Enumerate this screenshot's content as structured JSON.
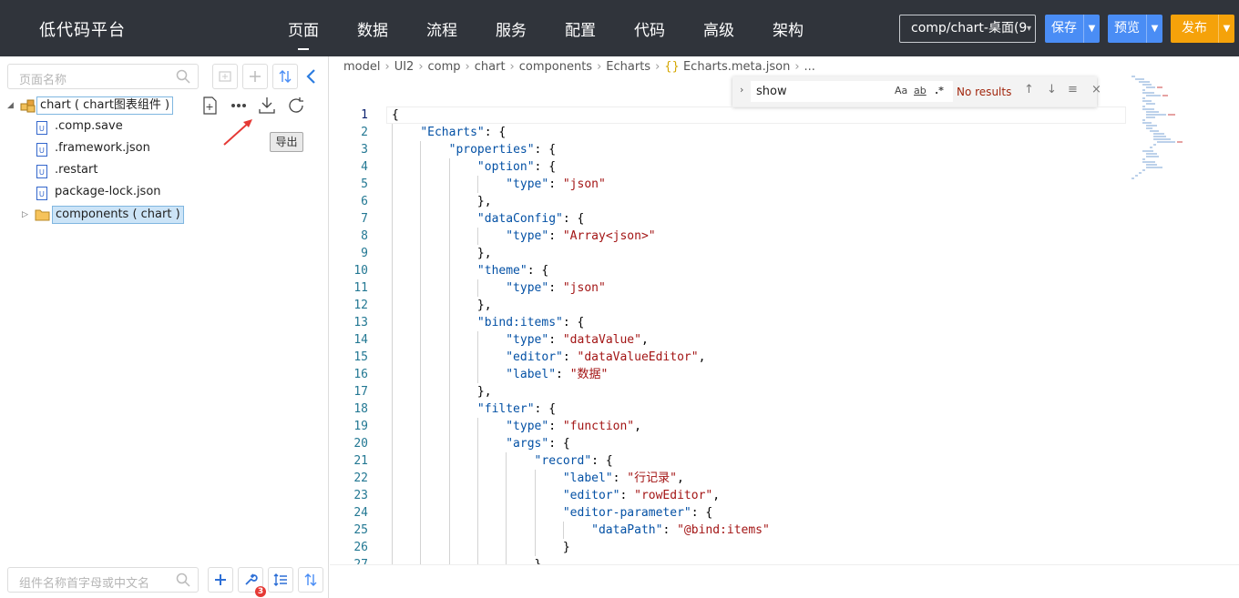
{
  "header": {
    "brand": "低代码平台",
    "nav": [
      {
        "label": "页面",
        "active": true
      },
      {
        "label": "数据"
      },
      {
        "label": "流程"
      },
      {
        "label": "服务"
      },
      {
        "label": "配置"
      },
      {
        "label": "代码"
      },
      {
        "label": "高级"
      },
      {
        "label": "架构"
      }
    ],
    "path_value": "comp/chart-桌面(9",
    "save_label": "保存",
    "preview_label": "预览",
    "publish_label": "发布"
  },
  "left": {
    "search_placeholder": "页面名称",
    "tree": {
      "root_label": "chart ( chart图表组件 )",
      "children": [
        {
          "label": ".comp.save"
        },
        {
          "label": ".framework.json"
        },
        {
          "label": ".restart"
        },
        {
          "label": "package-lock.json"
        },
        {
          "label": "components ( chart )"
        }
      ]
    },
    "tooltip": "导出",
    "component_search_placeholder": "组件名称首字母或中文名",
    "badge_count": "3"
  },
  "editor": {
    "breadcrumb": [
      "model",
      "UI2",
      "comp",
      "chart",
      "components",
      "Echarts",
      "Echarts.meta.json",
      "..."
    ],
    "find": {
      "query": "show",
      "match_case": "Aa",
      "whole_word": "ab",
      "regex": ".*",
      "result": "No results"
    },
    "lines": [
      "{",
      "    \"Echarts\": {",
      "        \"properties\": {",
      "            \"option\": {",
      "                \"type\": \"json\"",
      "            },",
      "            \"dataConfig\": {",
      "                \"type\": \"Array<json>\"",
      "            },",
      "            \"theme\": {",
      "                \"type\": \"json\"",
      "            },",
      "            \"bind:items\": {",
      "                \"type\": \"dataValue\",",
      "                \"editor\": \"dataValueEditor\",",
      "                \"label\": \"数据\"",
      "            },",
      "            \"filter\": {",
      "                \"type\": \"function\",",
      "                \"args\": {",
      "                    \"record\": {",
      "                        \"label\": \"行记录\",",
      "                        \"editor\": \"rowEditor\",",
      "                        \"editor-parameter\": {",
      "                            \"dataPath\": \"@bind:items\"",
      "                        }",
      "                    }"
    ]
  },
  "colors": {
    "header_bg": "#30343b",
    "accent_blue": "#4a8df5",
    "accent_orange": "#f5a20a",
    "json_key": "#0451a5",
    "json_string": "#a31515",
    "line_number": "#237893"
  }
}
